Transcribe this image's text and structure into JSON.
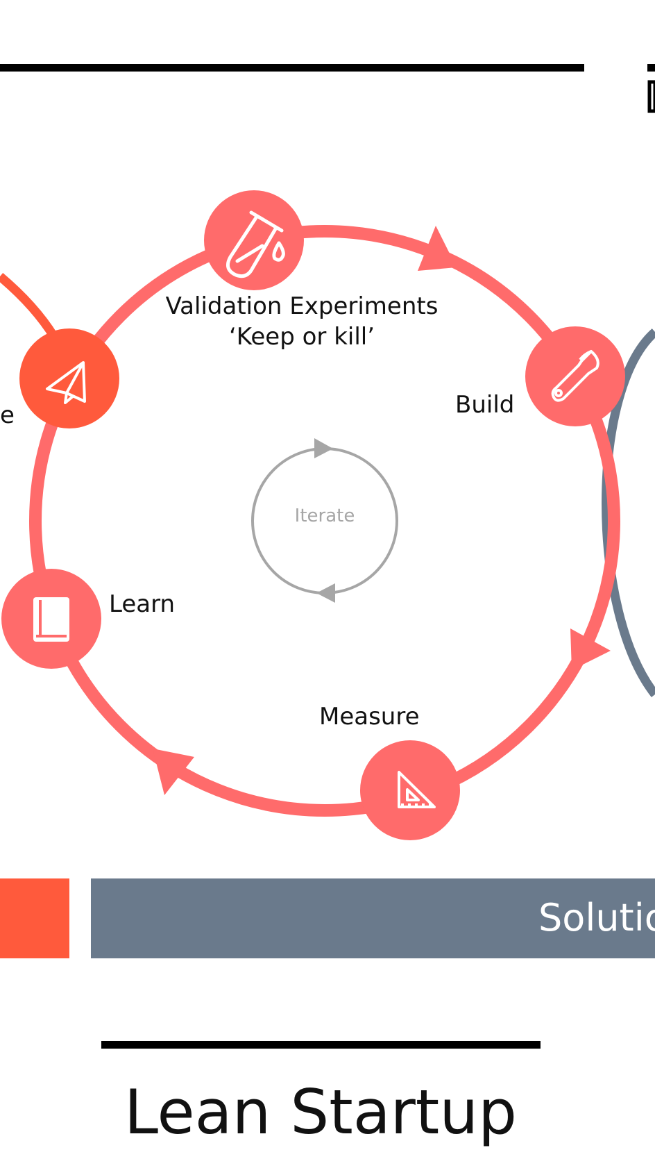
{
  "colors": {
    "cycle": "#ff6b6b",
    "accent": "#ff5a3c",
    "solution_bar": "#6a7a8c",
    "iterate": "#a6a6a6",
    "rule": "#000000"
  },
  "stages": {
    "validation": {
      "line1": "Validation Experiments",
      "line2": "‘Keep or kill’",
      "icon": "test-tube-icon"
    },
    "build": {
      "label": "Build",
      "icon": "wrench-icon"
    },
    "measure": {
      "label": "Measure",
      "icon": "set-square-icon"
    },
    "learn": {
      "label": "Learn",
      "icon": "book-icon"
    },
    "launch": {
      "label_fragment": "e",
      "icon": "paper-plane-icon"
    }
  },
  "center": {
    "label": "Iterate"
  },
  "solution_bar": {
    "label": "Solutio"
  },
  "title": "Lean Startup"
}
